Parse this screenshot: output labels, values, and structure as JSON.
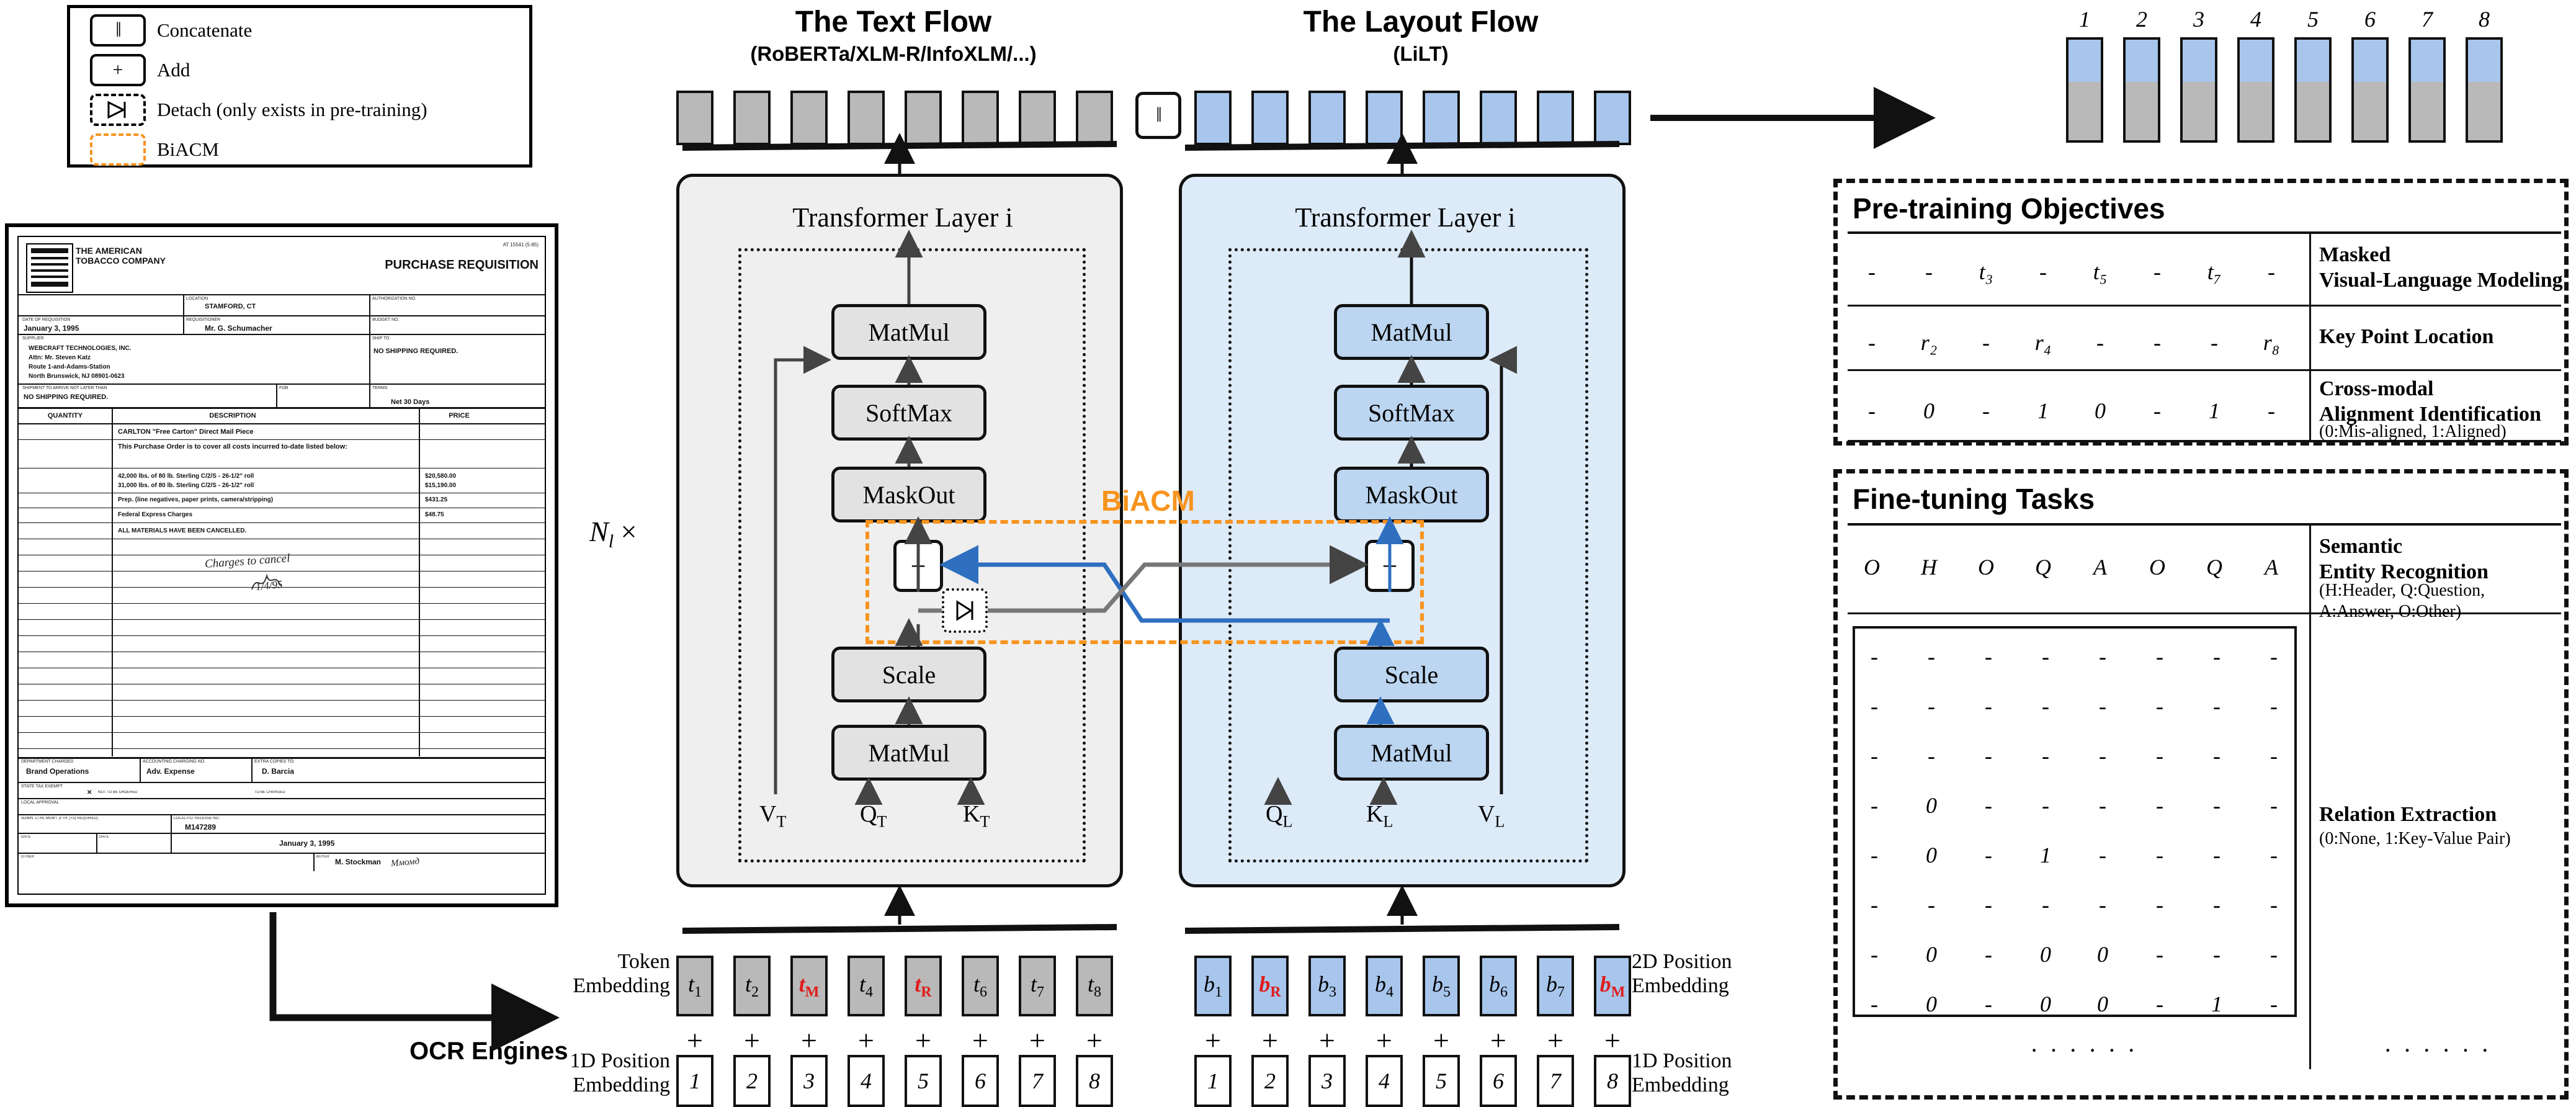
{
  "legend": {
    "items": [
      {
        "icon": "concatenate-icon",
        "glyph": "‖",
        "label": "Concatenate"
      },
      {
        "icon": "add-icon",
        "glyph": "+",
        "label": "Add"
      },
      {
        "icon": "detach-icon",
        "glyph": "▷|",
        "label": "Detach (only exists in pre-training)"
      },
      {
        "icon": "biacm-icon",
        "glyph": "",
        "label": "BiACM"
      }
    ]
  },
  "document": {
    "company": "THE AMERICAN TOBACCO COMPANY",
    "form_title": "PURCHASE REQUISITION",
    "corner_code": "AT 15541 (5-85)",
    "fields": [
      {
        "label": "LOCATION",
        "value": "STAMFORD, CT"
      },
      {
        "label": "AUTHORIZATION NO.",
        "value": ""
      },
      {
        "label": "DATE OF REQUISITION",
        "value": "January 3, 1995"
      },
      {
        "label": "REQUISITIONER",
        "value": "Mr. G. Schumacher"
      },
      {
        "label": "BUDGET NO.",
        "value": ""
      },
      {
        "label": "SUPPLIER",
        "value": "WEBCRAFT TECHNOLOGIES, INC.\nAttn: Mr. Steven Katz\nRoute 1-and-Adams-Station\nNorth Brunswick, NJ 08901-0623"
      },
      {
        "label": "SHIP TO",
        "value": "NO SHIPPING REQUIRED."
      },
      {
        "label": "SHIPMENT TO ARRIVE NOT LATER THAN",
        "value": "NO SHIPPING REQUIRED."
      },
      {
        "label": "FOB",
        "value": ""
      },
      {
        "label": "TERMS",
        "value": "Net 30 Days"
      }
    ],
    "table_headers": [
      "QUANTITY",
      "DESCRIPTION",
      "PRICE"
    ],
    "rows": [
      {
        "qty": "",
        "desc": "CARLTON \"Free Carton\" Direct Mail Piece",
        "price": ""
      },
      {
        "qty": "",
        "desc": "This Purchase Order is to cover all costs incurred to-date listed below:",
        "price": ""
      },
      {
        "qty": "",
        "desc": "42,000 lbs. of 80 lb. Sterling C/2/S - 26-1/2\" roll\n31,000 lbs. of 80 lb. Sterling C/2/S - 26-1/2\" roll",
        "price": "$20,580.00\n$15,190.00"
      },
      {
        "qty": "",
        "desc": "Prep. (line negatives, paper prints, camera/stripping)",
        "price": "$431.25"
      },
      {
        "qty": "",
        "desc": "Federal Express Charges",
        "price": "$48.75"
      },
      {
        "qty": "",
        "desc": "ALL MATERIALS HAVE BEEN CANCELLED.",
        "price": ""
      }
    ],
    "handwriting": "Charges to cancel",
    "handwriting_date": "1/4/95",
    "footer": [
      {
        "label": "DEPARTMENT CHARGED",
        "value": "Brand Operations"
      },
      {
        "label": "ACCOUNTING CHARGING NO.",
        "value": "Adv. Expense"
      },
      {
        "label": "EXTRA COPIES TO:",
        "value": "D. Barcia"
      },
      {
        "label": "STATE TAX EXEMPT",
        "value": ""
      },
      {
        "label": "LOCAL APPROVAL",
        "value": ""
      },
      {
        "label": "NOT TO BE ORDERED",
        "value": ""
      },
      {
        "label": "TO BE CHARGED",
        "value": ""
      },
      {
        "label": "ADMIN. CTRL MGMT. (FTR. (+3) REQUIRED)",
        "value": ""
      },
      {
        "label": "LOCAL P.O. RELEASE NO.",
        "value": "M147289"
      },
      {
        "label": "DATE",
        "value": "January 3, 1995"
      },
      {
        "label": "OTHER",
        "value": ""
      },
      {
        "label": "BUYER",
        "value": "M. Stockman"
      }
    ]
  },
  "ocr": {
    "label": "OCR Engines"
  },
  "text_flow": {
    "title": "The Text Flow",
    "subtitle": "(RoBERTa/XLM-R/InfoXLM/...)",
    "layer_title": "Transformer Layer i",
    "nodes": [
      "MatMul",
      "SoftMax",
      "MaskOut",
      "+",
      "Scale",
      "MatMul"
    ],
    "inputs": [
      "V",
      "Q",
      "K"
    ],
    "input_sub": "T"
  },
  "layout_flow": {
    "title": "The Layout Flow",
    "subtitle": "(LiLT)",
    "layer_title": "Transformer Layer i",
    "nodes": [
      "MatMul",
      "SoftMax",
      "MaskOut",
      "+",
      "Scale",
      "MatMul"
    ],
    "inputs": [
      "Q",
      "K",
      "V"
    ],
    "input_sub": "L"
  },
  "biacm": {
    "label": "BiACM",
    "color": "#F7941E",
    "detach_glyph": "▷"
  },
  "repeat": {
    "label": "N",
    "sub": "l",
    "times": "×"
  },
  "concat": {
    "glyph": "‖"
  },
  "embeddings": {
    "token_label": "Token\nEmbedding",
    "pos1d_label": "1D Position\nEmbedding",
    "pos2d_label": "2D Position\nEmbedding",
    "pos1d_label_right": "1D Position\nEmbedding",
    "plus": "+",
    "text_tokens": [
      {
        "base": "t",
        "sub": "1",
        "red": false
      },
      {
        "base": "t",
        "sub": "2",
        "red": false
      },
      {
        "base": "t",
        "sub": "M",
        "red": true
      },
      {
        "base": "t",
        "sub": "4",
        "red": false
      },
      {
        "base": "t",
        "sub": "R",
        "red": true
      },
      {
        "base": "t",
        "sub": "6",
        "red": false
      },
      {
        "base": "t",
        "sub": "7",
        "red": false
      },
      {
        "base": "t",
        "sub": "8",
        "red": false
      }
    ],
    "layout_tokens": [
      {
        "base": "b",
        "sub": "1",
        "red": false
      },
      {
        "base": "b",
        "sub": "R",
        "red": true
      },
      {
        "base": "b",
        "sub": "3",
        "red": false
      },
      {
        "base": "b",
        "sub": "4",
        "red": false
      },
      {
        "base": "b",
        "sub": "5",
        "red": false
      },
      {
        "base": "b",
        "sub": "6",
        "red": false
      },
      {
        "base": "b",
        "sub": "7",
        "red": false
      },
      {
        "base": "b",
        "sub": "M",
        "red": true
      }
    ],
    "positions": [
      "1",
      "2",
      "3",
      "4",
      "5",
      "6",
      "7",
      "8"
    ]
  },
  "output": {
    "indices": [
      "1",
      "2",
      "3",
      "4",
      "5",
      "6",
      "7",
      "8"
    ]
  },
  "pretraining": {
    "title": "Pre-training Objectives",
    "rows": [
      {
        "cells": [
          "-",
          "-",
          "t₃",
          "-",
          "t₅",
          "-",
          "t₇",
          "-"
        ],
        "name": "Masked\nVisual-Language Modeling",
        "note": ""
      },
      {
        "cells": [
          "-",
          "r₂",
          "-",
          "r₄",
          "-",
          "-",
          "-",
          "r₈"
        ],
        "name": "Key Point Location",
        "note": ""
      },
      {
        "cells": [
          "-",
          "0",
          "-",
          "1",
          "0",
          "-",
          "1",
          "-"
        ],
        "name": "Cross-modal\nAlignment Identification",
        "note": "(0:Mis-aligned, 1:Aligned)"
      }
    ]
  },
  "finetuning": {
    "title": "Fine-tuning Tasks",
    "ser": {
      "cells": [
        "O",
        "H",
        "O",
        "Q",
        "A",
        "O",
        "Q",
        "A"
      ],
      "name": "Semantic\nEntity Recognition",
      "note": "(H:Header, Q:Question,\n A:Answer, O:Other)"
    },
    "re": {
      "matrix": [
        [
          "-",
          "-",
          "-",
          "-",
          "-",
          "-",
          "-",
          "-"
        ],
        [
          "-",
          "-",
          "-",
          "-",
          "-",
          "-",
          "-",
          "-"
        ],
        [
          "-",
          "-",
          "-",
          "-",
          "-",
          "-",
          "-",
          "-"
        ],
        [
          "-",
          "0",
          "-",
          "-",
          "-",
          "-",
          "-",
          "-"
        ],
        [
          "-",
          "0",
          "-",
          "1",
          "-",
          "-",
          "-",
          "-"
        ],
        [
          "-",
          "-",
          "-",
          "-",
          "-",
          "-",
          "-",
          "-"
        ],
        [
          "-",
          "0",
          "-",
          "0",
          "0",
          "-",
          "-",
          "-"
        ],
        [
          "-",
          "0",
          "-",
          "0",
          "0",
          "-",
          "1",
          "-"
        ]
      ],
      "name": "Relation Extraction",
      "note": "(0:None, 1:Key-Value Pair)"
    },
    "ellipsis_left": "· · · · · ·",
    "ellipsis_right": "· · · · · ·"
  }
}
